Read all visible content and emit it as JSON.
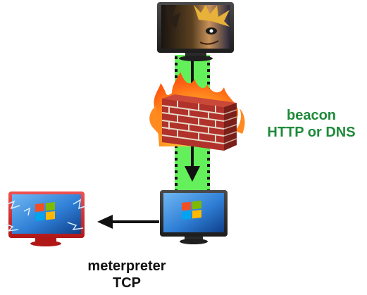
{
  "labels": {
    "beacon": {
      "line1": "beacon",
      "line2": "HTTP or DNS"
    },
    "meterpreter": {
      "line1": "meterpreter",
      "line2": "TCP"
    }
  },
  "nodes": [
    {
      "name": "attacker-monitor",
      "icon": "hacker-face-screen"
    },
    {
      "name": "firewall",
      "icon": "burning-brick-wall-icon"
    },
    {
      "name": "compromised-host-monitor",
      "icon": "windows-logo-screen"
    },
    {
      "name": "lateral-target-monitor",
      "icon": "windows-logo-screen-red"
    }
  ],
  "colors": {
    "beacon_text": "#1e8a3a",
    "channel": "#64f05a",
    "monitor_frame": "#2b2b2b",
    "screen_blue": "#2f7fd6",
    "target_frame": "#d82a2a",
    "flame": "#ff7a1a",
    "brick": "#b0322a"
  }
}
